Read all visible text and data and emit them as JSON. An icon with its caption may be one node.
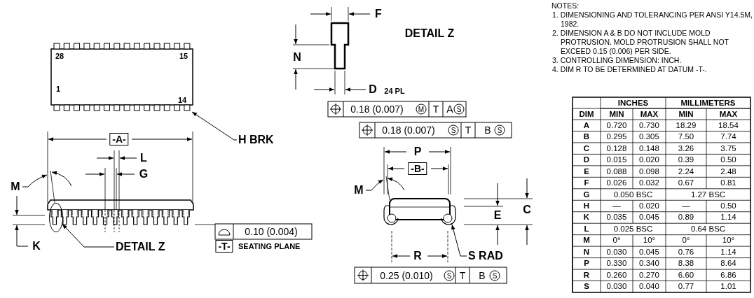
{
  "diagram": {
    "nodes": [
      {
        "text": [
          "28",
          "15",
          "1",
          "14"
        ]
      },
      {
        "text": [
          "H BRK"
        ]
      },
      {
        "text": [],
        "shape": "circle"
      },
      {
        "text": [
          "DETAIL Z"
        ]
      },
      {
        "text": [
          "S RAD"
        ]
      },
      {
        "text": [],
        "shape": "picture"
      }
    ],
    "edges": [
      {
        "from": 1,
        "to": 0,
        "arrow": "to"
      },
      {
        "from": 3,
        "to": 2,
        "arrow": "to"
      },
      {
        "from": 4,
        "to": 5,
        "arrow": "to"
      }
    ],
    "labels": [
      "F",
      "DETAIL Z",
      "N",
      "D",
      "24 PL",
      "0.18 (0.007)",
      "M",
      "T",
      "A",
      "S",
      "0.18 (0.007)",
      "S",
      "T",
      "B",
      "S",
      "-A-",
      "L",
      "G",
      "M",
      "-B-",
      "P",
      "M",
      "E",
      "C",
      "0.10 (0.004)",
      "-T-",
      "SEATING PLANE",
      "K",
      "R",
      "0.25 (0.010)",
      "S",
      "T",
      "B",
      "S",
      "NOTES:",
      "1. DIMENSIONING AND TOLERANCING PER ANSI Y14.5M, 1982.",
      "2. DIMENSION A & B DO NOT INCLUDE MOLD PROTRUSION. MOLD PROTRUSION SHALL NOT EXCEED 0.15 (0.006) PER SIDE.",
      "3. CONTROLLING DIMENSION: INCH.",
      "4. DIM R TO BE DETERMINED AT DATUM -T-.",
      "INCHES",
      "MILLIMETERS",
      "DIM",
      "MIN",
      "MAX",
      "MIN",
      "MAX",
      "A",
      "0.720",
      "0.730",
      "18.29",
      "18.54",
      "B",
      "0.295",
      "0.305",
      "7.50",
      "7.74",
      "C",
      "0.128",
      "0.148",
      "3.26",
      "3.75",
      "D",
      "0.015",
      "0.020",
      "0.39",
      "0.50",
      "E",
      "0.088",
      "0.098",
      "2.24",
      "2.48",
      "F",
      "0.026",
      "0.032",
      "0.67",
      "0.81",
      "G",
      "0.050 BSC",
      "1.27 BSC",
      "H",
      "—",
      "0.020",
      "—",
      "0.50",
      "K",
      "0.035",
      "0.045",
      "0.89",
      "1.14",
      "L",
      "0.025 BSC",
      "0.64 BSC",
      "M",
      "0°",
      "10°",
      "0°",
      "10°",
      "N",
      "0.030",
      "0.045",
      "0.76",
      "1.14",
      "P",
      "0.330",
      "0.340",
      "8.38",
      "8.64",
      "R",
      "0.260",
      "0.270",
      "6.60",
      "6.86",
      "S",
      "0.030",
      "0.040",
      "0.77",
      "1.01"
    ]
  }
}
